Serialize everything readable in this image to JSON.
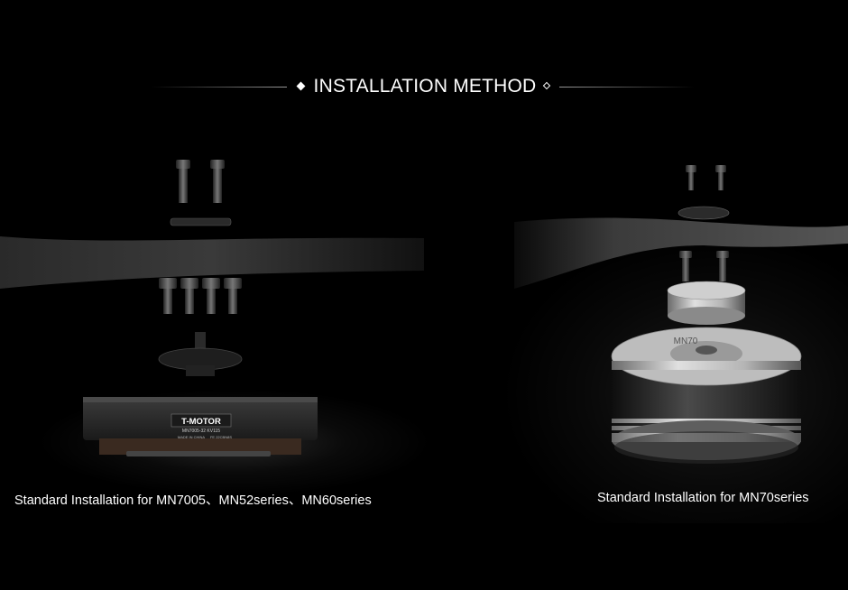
{
  "title": "INSTALLATION METHOD",
  "left_panel": {
    "caption": "Standard Installation for MN7005、MN52series、MN60series",
    "motor_brand": "T-MOTOR",
    "motor_model": "MN7005-32 KV115",
    "motor_origin": "MADE IN CHINA",
    "motor_serial": "FE 22CBN8S"
  },
  "right_panel": {
    "caption": "Standard Installation for MN70series",
    "motor_label": "MN70"
  },
  "colors": {
    "background": "#000000",
    "text": "#ffffff",
    "accent_silver": "#c8c8c8"
  }
}
